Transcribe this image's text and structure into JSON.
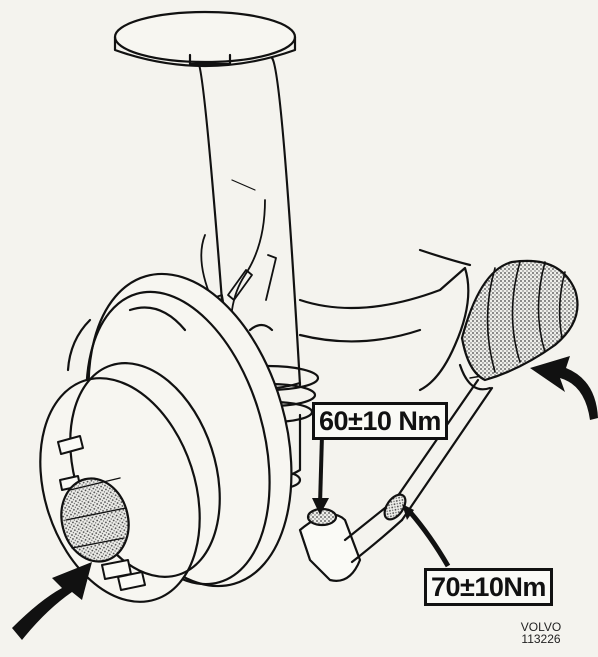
{
  "callouts": [
    {
      "text": "60±10 Nm"
    },
    {
      "text": "70±10Nm"
    }
  ],
  "figure_code": {
    "line1": "VOLVO",
    "line2": "113226"
  },
  "colors": {
    "ink": "#111111",
    "paper": "#f4f3ee",
    "stipple": "#555555"
  }
}
